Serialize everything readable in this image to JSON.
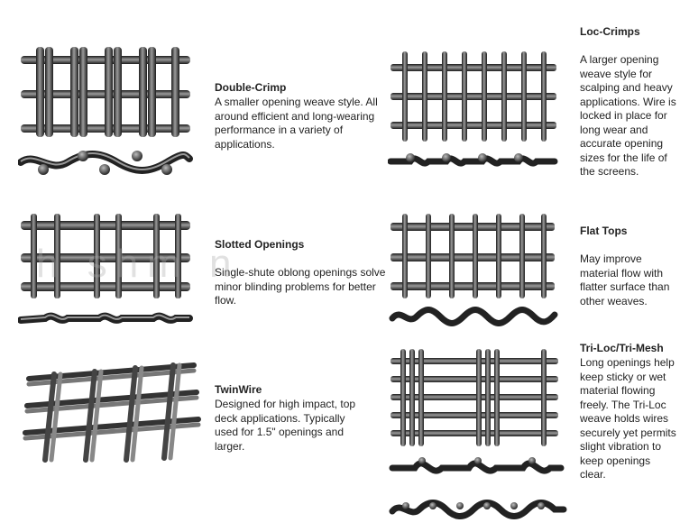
{
  "items": [
    {
      "title": "Double-Crimp",
      "desc": "A smaller opening weave style. All around efficient and long-wearing performance in a variety of applications."
    },
    {
      "title": "Slotted Openings",
      "desc": "Single-shute oblong openings solve minor blinding problems for better flow."
    },
    {
      "title": "TwinWire",
      "desc": "Designed for high impact, top deck applications. Typically used for 1.5\" openings and larger."
    },
    {
      "title": "Loc-Crimps",
      "desc": "A larger opening weave style for scalping and heavy applications. Wire is locked in place for long wear and accurate opening sizes for the life of the screens."
    },
    {
      "title": "Flat Tops",
      "desc": "May improve material flow with flatter surface than other weaves."
    },
    {
      "title": "Tri-Loc/Tri-Mesh",
      "desc": "Long openings help keep sticky or wet material flowing freely. The Tri-Loc weave holds wires securely yet permits slight vibration to keep openings clear."
    }
  ],
  "watermark": "h                    shm   n"
}
